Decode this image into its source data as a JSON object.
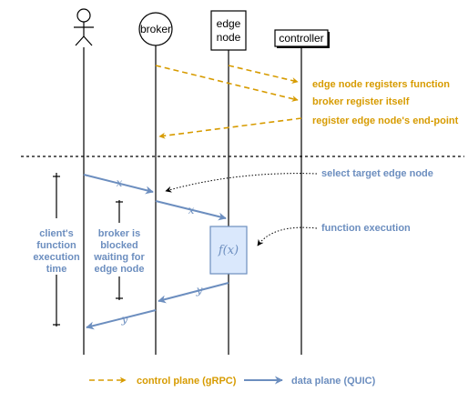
{
  "participants": {
    "broker": "broker",
    "edge_node_line1": "edge",
    "edge_node_line2": "node",
    "controller": "controller"
  },
  "control_messages": [
    "edge node registers function",
    "broker register itself",
    "register edge node's end-point"
  ],
  "data_messages": {
    "x_label": "x",
    "y_label": "y",
    "select_target": "select target edge node",
    "function_execution": "function execution",
    "function_box": "f(x)"
  },
  "annotations": {
    "client_time": [
      "client's",
      "function",
      "execution",
      "time"
    ],
    "broker_blocked": [
      "broker is",
      "blocked",
      "waiting for",
      "edge node"
    ]
  },
  "legend": {
    "control_plane": "control plane (gRPC)",
    "data_plane": "data plane (QUIC)"
  },
  "colors": {
    "control_plane": "#d79b00",
    "data_plane": "#6c8ebf",
    "function_fill": "#dae8fc"
  }
}
